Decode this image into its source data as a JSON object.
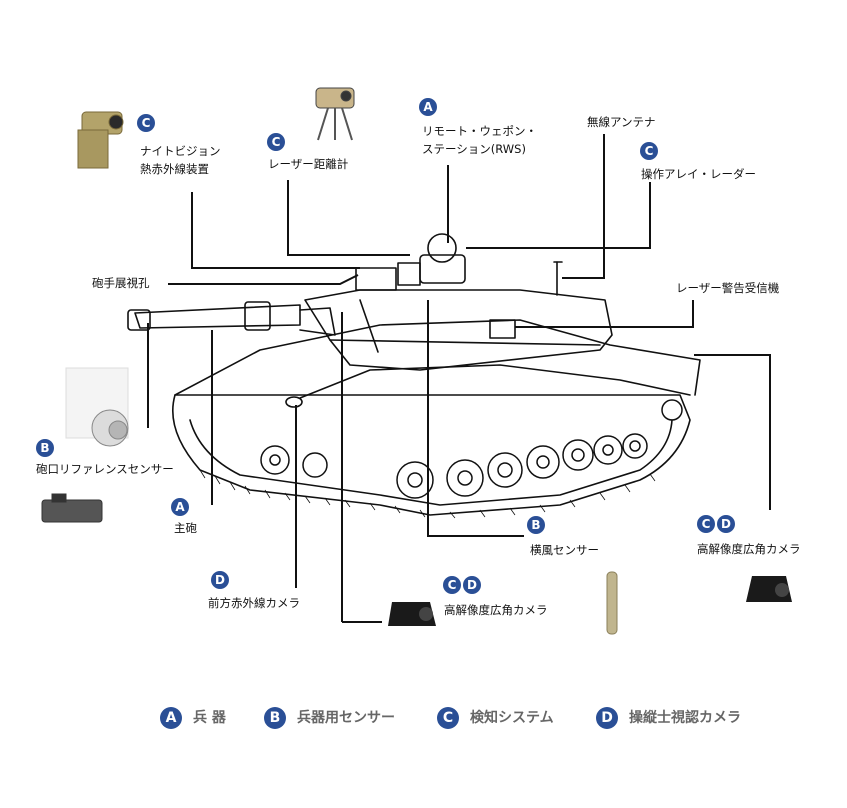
{
  "colors": {
    "badge": "#2a4f96",
    "line": "#111111",
    "legend_text": "#666666"
  },
  "labels": {
    "night_vision_1": "ナイトビジョン",
    "night_vision_2": "熱赤外線装置",
    "laser_rangefinder": "レーザー距離計",
    "rws_1": "リモート・ウェポン・",
    "rws_2": "ステーション(RWS)",
    "radio_antenna": "無線アンテナ",
    "array_radar": "操作アレイ・レーダー",
    "gunner_sight": "砲手展視孔",
    "laser_warning": "レーザー警告受信機",
    "muzzle_sensor": "砲口リファレンスセンサー",
    "main_gun": "主砲",
    "front_ir_camera": "前方赤外線カメラ",
    "hd_camera_center": "高解像度広角カメラ",
    "crosswind_sensor": "横風センサー",
    "hd_camera_right": "高解像度広角カメラ"
  },
  "badges": {
    "night_vision": "C",
    "laser_rangefinder": "C",
    "rws": "A",
    "array_radar": "C",
    "muzzle_sensor": "B",
    "main_gun": "A",
    "front_ir_camera": "D",
    "hd_center_1": "C",
    "hd_center_2": "D",
    "crosswind_sensor": "B",
    "hd_right_1": "C",
    "hd_right_2": "D"
  },
  "legend": [
    {
      "letter": "A",
      "text": "兵 器"
    },
    {
      "letter": "B",
      "text": "兵器用センサー"
    },
    {
      "letter": "C",
      "text": "検知システム"
    },
    {
      "letter": "D",
      "text": "操縦士視認カメラ"
    }
  ]
}
